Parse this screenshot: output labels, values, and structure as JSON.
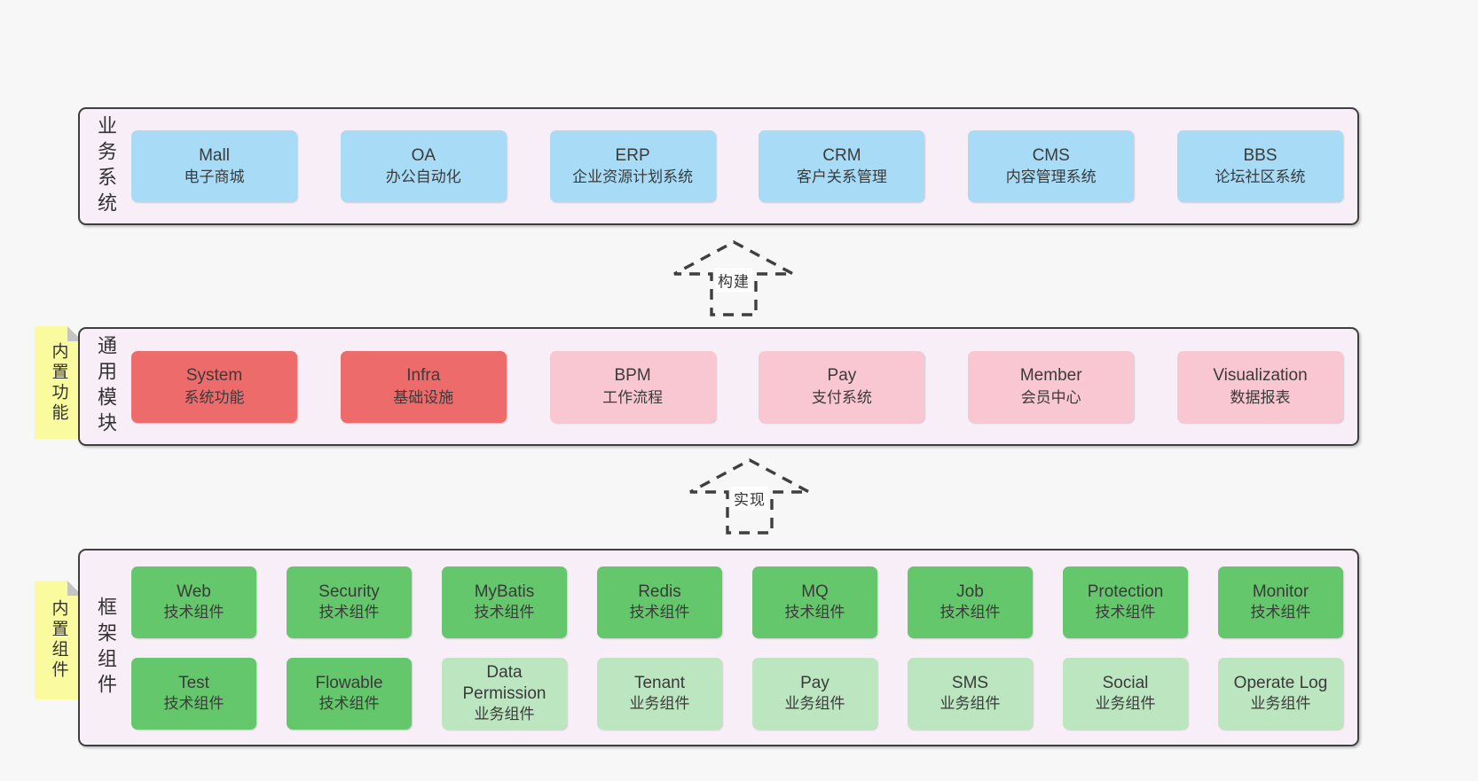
{
  "colors": {
    "blue": "#a8dcf6",
    "red": "#ee6b6b",
    "pink": "#f9c7d1",
    "green": "#65c76c",
    "lightgreen": "#bbe6bf",
    "layerBg": "#f8eef7",
    "sticky": "#fafa9e",
    "stickyFold": "#c4c4c4",
    "border": "#3f3f3f",
    "text": "#3a3a3a",
    "pageBg": "#f7f7f7",
    "labelBg": "#ffffff"
  },
  "arrows": [
    {
      "label": "构建"
    },
    {
      "label": "实现"
    }
  ],
  "layers": [
    {
      "label": "业务系统",
      "sticky": null,
      "boxes": [
        {
          "title": "Mall",
          "subtitle": "电子商城",
          "color": "blue"
        },
        {
          "title": "OA",
          "subtitle": "办公自动化",
          "color": "blue"
        },
        {
          "title": "ERP",
          "subtitle": "企业资源计划系统",
          "color": "blue"
        },
        {
          "title": "CRM",
          "subtitle": "客户关系管理",
          "color": "blue"
        },
        {
          "title": "CMS",
          "subtitle": "内容管理系统",
          "color": "blue"
        },
        {
          "title": "BBS",
          "subtitle": "论坛社区系统",
          "color": "blue"
        }
      ]
    },
    {
      "label": "通用模块",
      "sticky": "内置功能",
      "boxes": [
        {
          "title": "System",
          "subtitle": "系统功能",
          "color": "red"
        },
        {
          "title": "Infra",
          "subtitle": "基础设施",
          "color": "red"
        },
        {
          "title": "BPM",
          "subtitle": "工作流程",
          "color": "pink"
        },
        {
          "title": "Pay",
          "subtitle": "支付系统",
          "color": "pink"
        },
        {
          "title": "Member",
          "subtitle": "会员中心",
          "color": "pink"
        },
        {
          "title": "Visualization",
          "subtitle": "数据报表",
          "color": "pink"
        }
      ]
    },
    {
      "label": "框架组件",
      "sticky": "内置组件",
      "boxes": [
        {
          "title": "Web",
          "subtitle": "技术组件",
          "color": "green"
        },
        {
          "title": "Security",
          "subtitle": "技术组件",
          "color": "green"
        },
        {
          "title": "MyBatis",
          "subtitle": "技术组件",
          "color": "green"
        },
        {
          "title": "Redis",
          "subtitle": "技术组件",
          "color": "green"
        },
        {
          "title": "MQ",
          "subtitle": "技术组件",
          "color": "green"
        },
        {
          "title": "Job",
          "subtitle": "技术组件",
          "color": "green"
        },
        {
          "title": "Protection",
          "subtitle": "技术组件",
          "color": "green"
        },
        {
          "title": "Monitor",
          "subtitle": "技术组件",
          "color": "green"
        },
        {
          "title": "Test",
          "subtitle": "技术组件",
          "color": "green"
        },
        {
          "title": "Flowable",
          "subtitle": "技术组件",
          "color": "green"
        },
        {
          "title": "Data Permission",
          "subtitle": "业务组件",
          "color": "lightgreen"
        },
        {
          "title": "Tenant",
          "subtitle": "业务组件",
          "color": "lightgreen"
        },
        {
          "title": "Pay",
          "subtitle": "业务组件",
          "color": "lightgreen"
        },
        {
          "title": "SMS",
          "subtitle": "业务组件",
          "color": "lightgreen"
        },
        {
          "title": "Social",
          "subtitle": "业务组件",
          "color": "lightgreen"
        },
        {
          "title": "Operate Log",
          "subtitle": "业务组件",
          "color": "lightgreen"
        }
      ]
    }
  ]
}
